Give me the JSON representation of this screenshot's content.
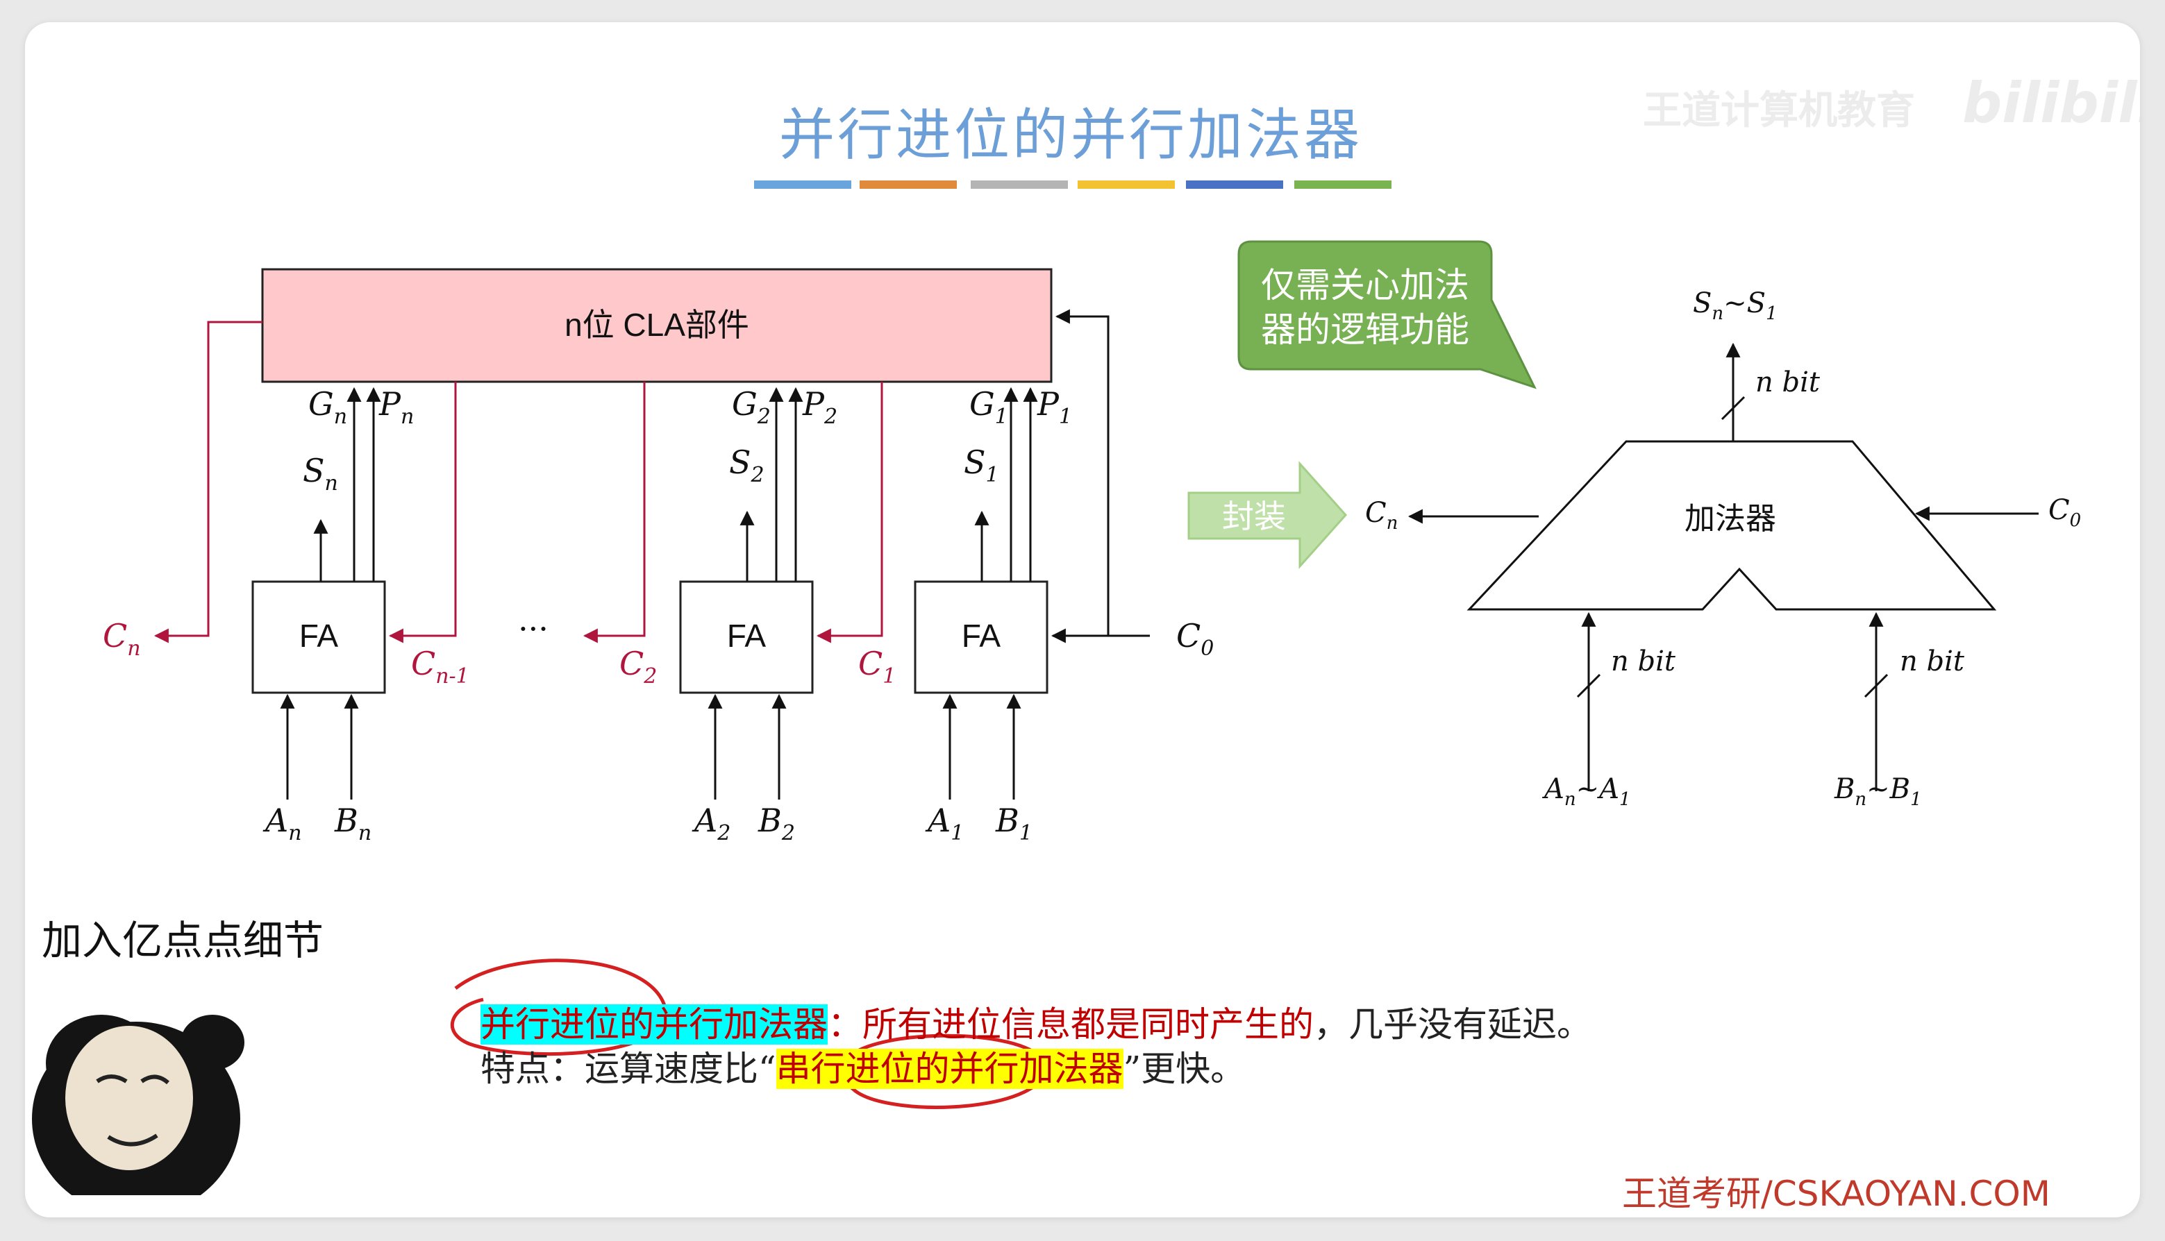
{
  "slide": {
    "title": "并行进位的并行加法器",
    "watermark": "王道计算机教育",
    "bili_logo": "bilibili",
    "title_underline_colors": [
      "#6aa4dc",
      "#e08a3c",
      "#b4b4b4",
      "#f2c230",
      "#4a72c4",
      "#79b451"
    ]
  },
  "diagram_left": {
    "cla_label": "n位 CLA部件",
    "fa_label": "FA",
    "ellipsis": "···",
    "units": [
      {
        "g": "G",
        "p": "P",
        "sub": "n",
        "s": "S",
        "a": "A",
        "b": "B",
        "cin_main": "C",
        "cin_sub": "n-1"
      },
      {
        "g": "G",
        "p": "P",
        "sub": "2",
        "s": "S",
        "a": "A",
        "b": "B",
        "cin_main": "C",
        "cin_sub": "1"
      },
      {
        "g": "G",
        "p": "P",
        "sub": "1",
        "s": "S",
        "a": "A",
        "b": "B",
        "cin_main": "C",
        "cin_sub": "0"
      }
    ],
    "cn_main": "C",
    "cn_sub": "n",
    "c2_main": "C",
    "c2_sub": "2",
    "red_color": "#b0163d"
  },
  "callout": {
    "line1": "仅需关心加法",
    "line2": "器的逻辑功能",
    "color": "#77b153"
  },
  "arrow_label": "封装",
  "adder": {
    "label": "加法器",
    "out_label": "S",
    "out_sub1": "n",
    "out_sep": "~S",
    "out_sub2": "1",
    "bit_label": "n bit",
    "in_a": "A",
    "in_a_sub1": "n",
    "in_a_sep": "~A",
    "in_a_sub2": "1",
    "in_b": "B",
    "in_b_sub1": "n",
    "in_b_sep": "~B",
    "in_b_sub2": "1",
    "cn": "C",
    "cn_sub": "n",
    "c0": "C",
    "c0_sub": "0"
  },
  "meme_caption": "加入亿点点细节",
  "text": {
    "line1_hl": "并行进位的并行加法器",
    "line1_colon": "：",
    "line1_red": "所有进位信息都是同时产生的",
    "line1_rest": "，几乎没有延迟。",
    "line2_start": "特点：运算速度比“",
    "line2_hl": "串行进位的并行加法器",
    "line2_end": "”更快。"
  },
  "footer": "王道考研/CSKAOYAN.COM"
}
